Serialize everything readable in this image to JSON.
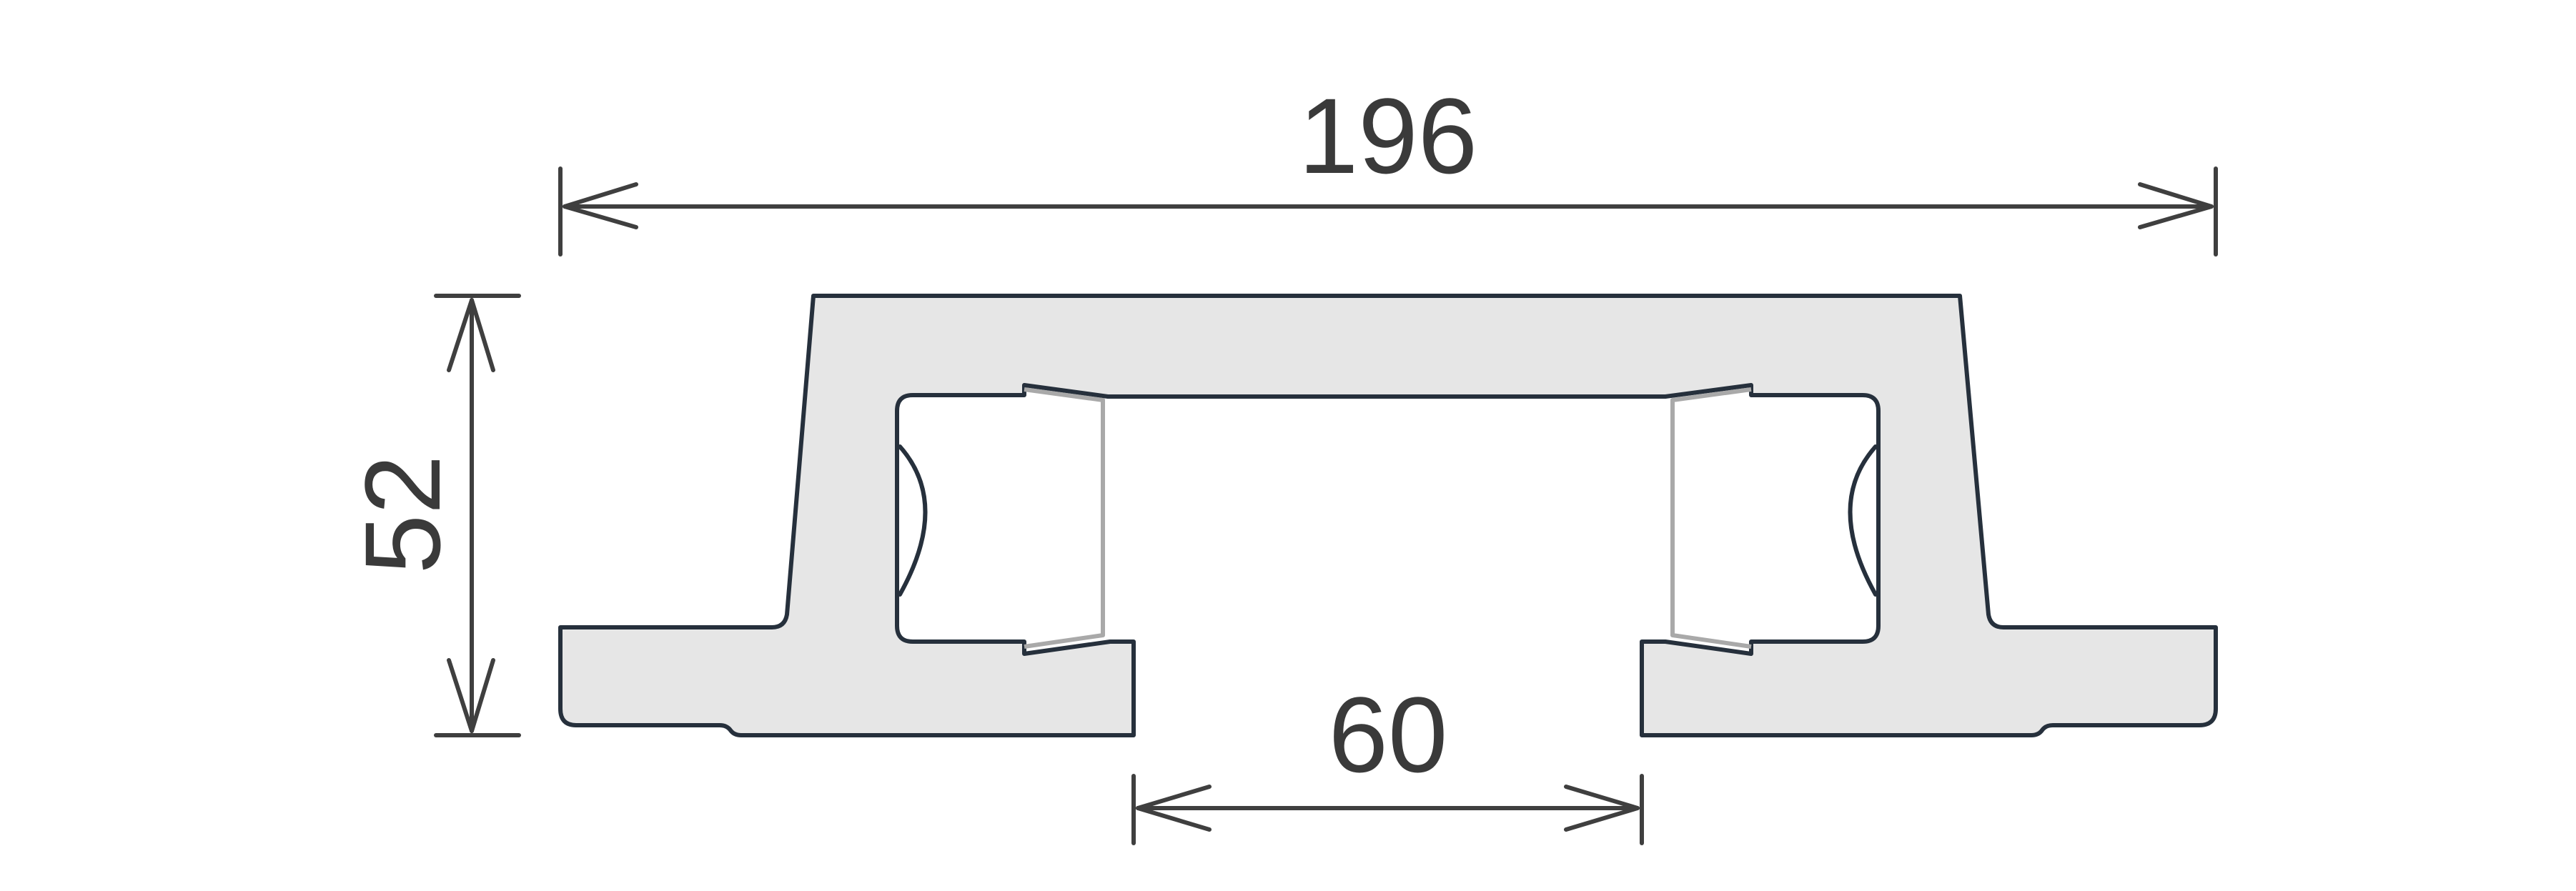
{
  "dimensions": {
    "overall_width": "196",
    "slot_width": "60",
    "height": "52"
  },
  "colors": {
    "profile_fill": "#e6e6e6",
    "outline": "#26303c",
    "dimension": "#3f3f3f",
    "hidden_edge": "#a9a9a9"
  }
}
